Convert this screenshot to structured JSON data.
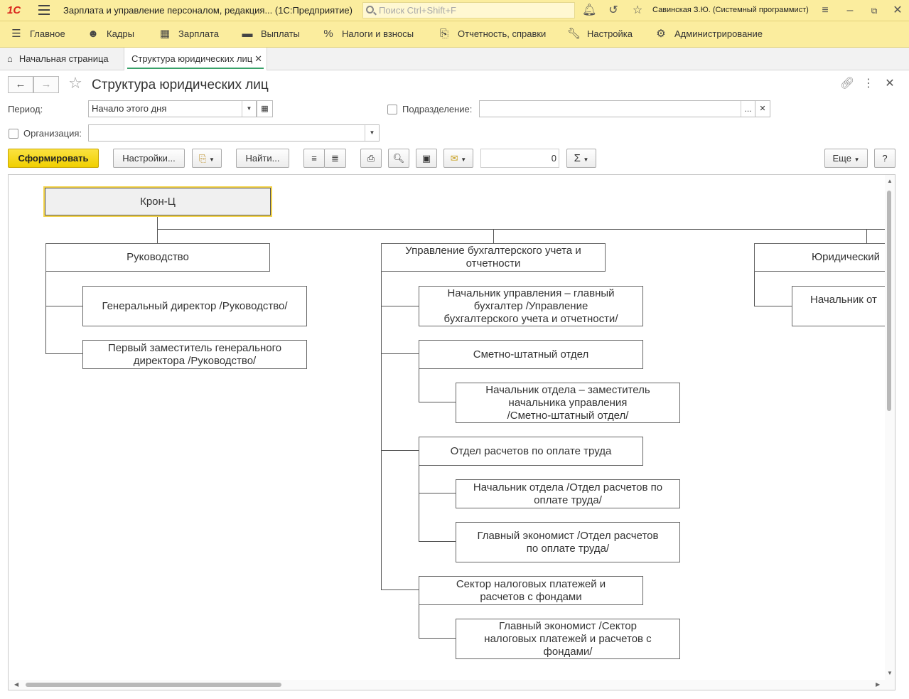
{
  "app": {
    "logo": "1С",
    "title": "Зарплата и управление персоналом, редакция... (1С:Предприятие)",
    "search_placeholder": "Поиск Ctrl+Shift+F",
    "user": "Савинская З.Ю. (Системный программист)"
  },
  "menu": [
    {
      "label": "Главное",
      "icon": "hamburger-icon"
    },
    {
      "label": "Кадры",
      "icon": "people-icon"
    },
    {
      "label": "Зарплата",
      "icon": "calculator-icon"
    },
    {
      "label": "Выплаты",
      "icon": "wallet-icon"
    },
    {
      "label": "Налоги и взносы",
      "icon": "percent-icon"
    },
    {
      "label": "Отчетность, справки",
      "icon": "documents-icon"
    },
    {
      "label": "Настройка",
      "icon": "wrench-icon"
    },
    {
      "label": "Администрирование",
      "icon": "gear-icon"
    }
  ],
  "tabs": {
    "home": "Начальная страница",
    "active": "Структура юридических лиц"
  },
  "form": {
    "title": "Структура юридических лиц",
    "period_label": "Период:",
    "period_value": "Начало этого дня",
    "subdivision_label": "Подразделение:",
    "subdivision_value": "",
    "subdivision_select": "...",
    "organization_label": "Организация:",
    "organization_value": ""
  },
  "toolbar": {
    "generate": "Сформировать",
    "settings": "Настройки...",
    "find": "Найти...",
    "counter": "0",
    "more": "Еще",
    "help": "?"
  },
  "org_chart": {
    "root": "Крон-Ц",
    "columns": [
      {
        "name": "Руководство",
        "positions": [
          "Генеральный директор /Руководство/",
          "Первый заместитель генерального\nдиректора /Руководство/"
        ]
      },
      {
        "name": "Управление бухгалтерского учета и\nотчетности",
        "positions": [
          "Начальник управления – главный\nбухгалтер /Управление\nбухгалтерского учета и отчетности/"
        ],
        "subunits": [
          {
            "name": "Сметно-штатный отдел",
            "positions": [
              "Начальник отдела – заместитель\nначальника управления\n/Сметно-штатный отдел/"
            ]
          },
          {
            "name": "Отдел расчетов по оплате труда",
            "positions": [
              "Начальник отдела /Отдел расчетов по\nоплате труда/",
              "Главный экономист /Отдел расчетов\nпо оплате труда/"
            ]
          },
          {
            "name": "Сектор налоговых платежей и\nрасчетов с фондами",
            "positions": [
              "Главный экономист /Сектор\nналоговых платежей и расчетов с\nфондами/"
            ]
          }
        ]
      },
      {
        "name": "Юридический",
        "positions": [
          "Начальник от"
        ]
      }
    ]
  }
}
